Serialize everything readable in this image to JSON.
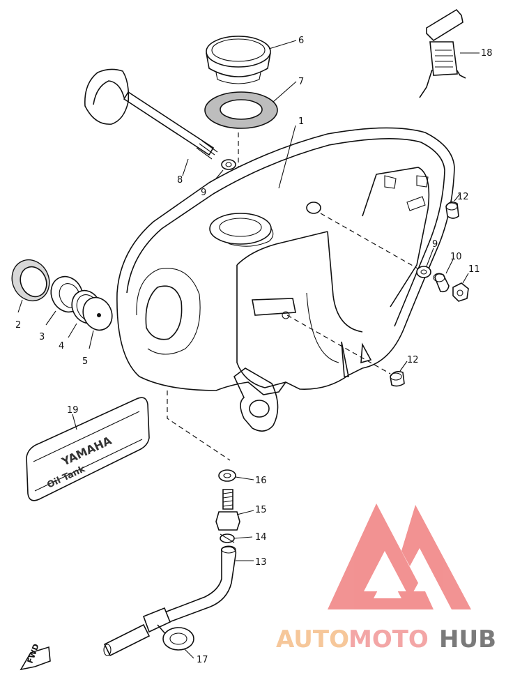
{
  "diagram": {
    "callouts": [
      {
        "id": "c1",
        "text": "1"
      },
      {
        "id": "c2",
        "text": "2"
      },
      {
        "id": "c3",
        "text": "3"
      },
      {
        "id": "c4",
        "text": "4"
      },
      {
        "id": "c5",
        "text": "5"
      },
      {
        "id": "c6",
        "text": "6"
      },
      {
        "id": "c7",
        "text": "7"
      },
      {
        "id": "c8",
        "text": "8"
      },
      {
        "id": "c9a",
        "text": "9"
      },
      {
        "id": "c9b",
        "text": "9"
      },
      {
        "id": "c10",
        "text": "10"
      },
      {
        "id": "c11",
        "text": "11"
      },
      {
        "id": "c12a",
        "text": "12"
      },
      {
        "id": "c12b",
        "text": "12"
      },
      {
        "id": "c13",
        "text": "13"
      },
      {
        "id": "c14",
        "text": "14"
      },
      {
        "id": "c15",
        "text": "15"
      },
      {
        "id": "c16",
        "text": "16"
      },
      {
        "id": "c17",
        "text": "17"
      },
      {
        "id": "c18",
        "text": "18"
      },
      {
        "id": "c19",
        "text": "19"
      }
    ],
    "emblem": {
      "line1": "YAMAHA",
      "line2": "Oil Tank"
    },
    "direction_marker": "FWD"
  },
  "watermark": {
    "part1": "AUTO",
    "part2": "MOTO",
    "part3": "HUB",
    "colors": {
      "auto": "#f6c79a",
      "moto": "#f3a6a6",
      "hub": "#7a7a7a",
      "logo": "#f08080"
    }
  }
}
